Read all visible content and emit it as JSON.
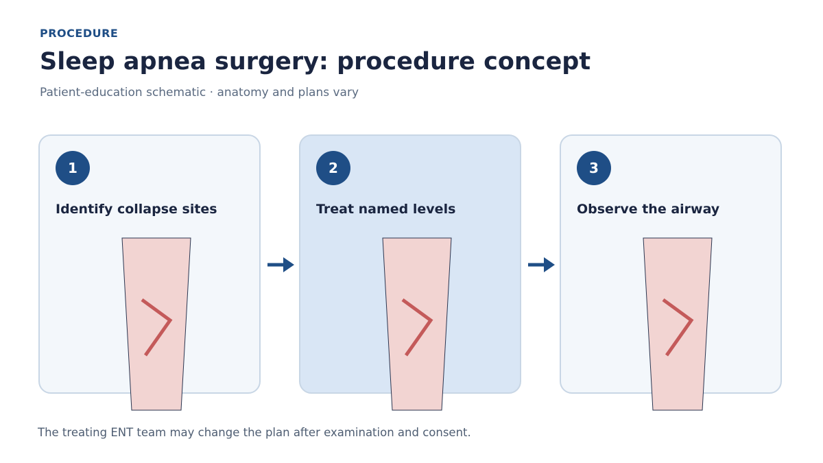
{
  "header": {
    "eyebrow": "PROCEDURE",
    "title": "Sleep apnea surgery: procedure concept",
    "subtitle": "Patient-education schematic · anatomy and plans vary"
  },
  "steps": [
    {
      "number": "1",
      "title": "Identify collapse sites",
      "active": false
    },
    {
      "number": "2",
      "title": "Treat named levels",
      "active": true
    },
    {
      "number": "3",
      "title": "Observe the airway",
      "active": false
    }
  ],
  "footnote": "The treating ENT team may change the plan after examination and consent.",
  "colors": {
    "accent": "#1f4e86",
    "title": "#1a2540",
    "card_bg": "#f3f7fb",
    "card_active_bg": "#d9e6f5",
    "card_border": "#c8d6e5",
    "airway_fill": "#f2d4d2",
    "collapse_marker": "#c45a5a"
  },
  "icons": {
    "airway": "airway-tube-icon",
    "collapse": "collapse-chevron-icon",
    "arrow": "right-arrow-icon"
  }
}
